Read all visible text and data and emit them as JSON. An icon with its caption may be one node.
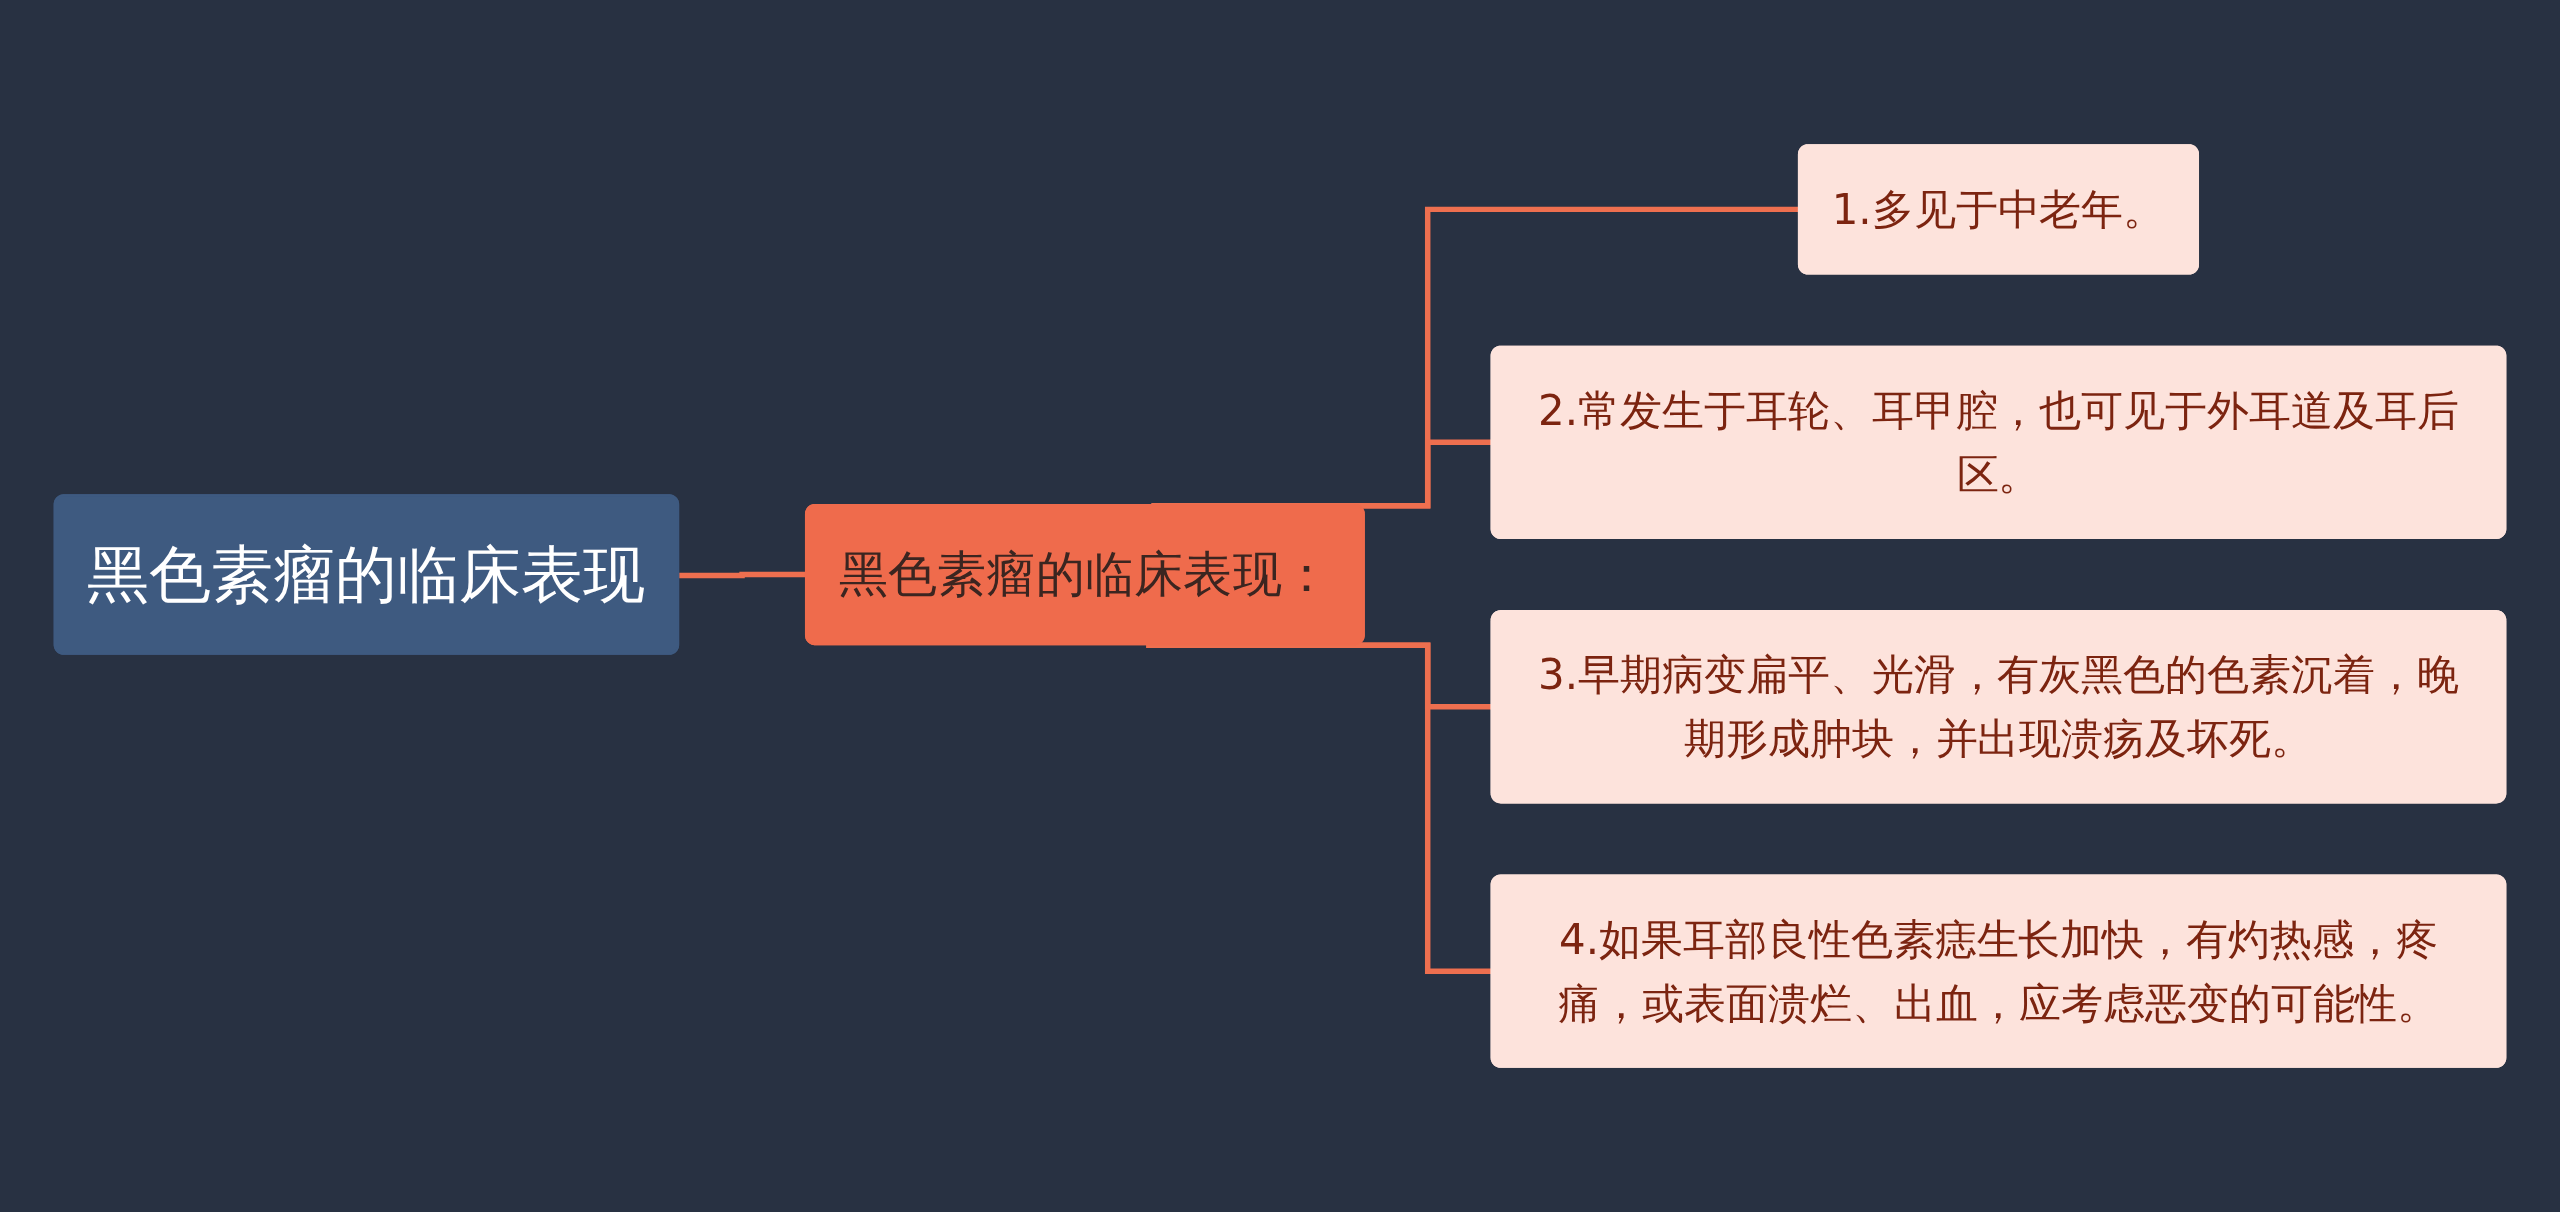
{
  "diagram": {
    "nodes": [
      {
        "text": [
          "黑色素瘤的临床表现"
        ]
      },
      {
        "text": [
          "黑色素瘤的临床表现："
        ]
      },
      {
        "text": [
          "1.多见于中老年。"
        ]
      },
      {
        "text": [
          "2.常发生于耳轮、耳甲腔，也可见于外耳道及耳后区。"
        ]
      },
      {
        "text": [
          "3.早期病变扁平、光滑，有灰黑色的色素沉着，晚期形成肿块，并出现溃疡及坏死。"
        ]
      },
      {
        "text": [
          "4.如果耳部良性色素痣生长加快，有灼热感，疼痛，或表面溃烂、出血，应考虑恶变的可能性。"
        ]
      }
    ],
    "edges": [
      {
        "from": 0,
        "to": 1,
        "arrow": "none"
      },
      {
        "from": 1,
        "to": 2,
        "arrow": "none"
      },
      {
        "from": 1,
        "to": 3,
        "arrow": "none"
      },
      {
        "from": 1,
        "to": 4,
        "arrow": "none"
      },
      {
        "from": 1,
        "to": 5,
        "arrow": "none"
      }
    ]
  }
}
